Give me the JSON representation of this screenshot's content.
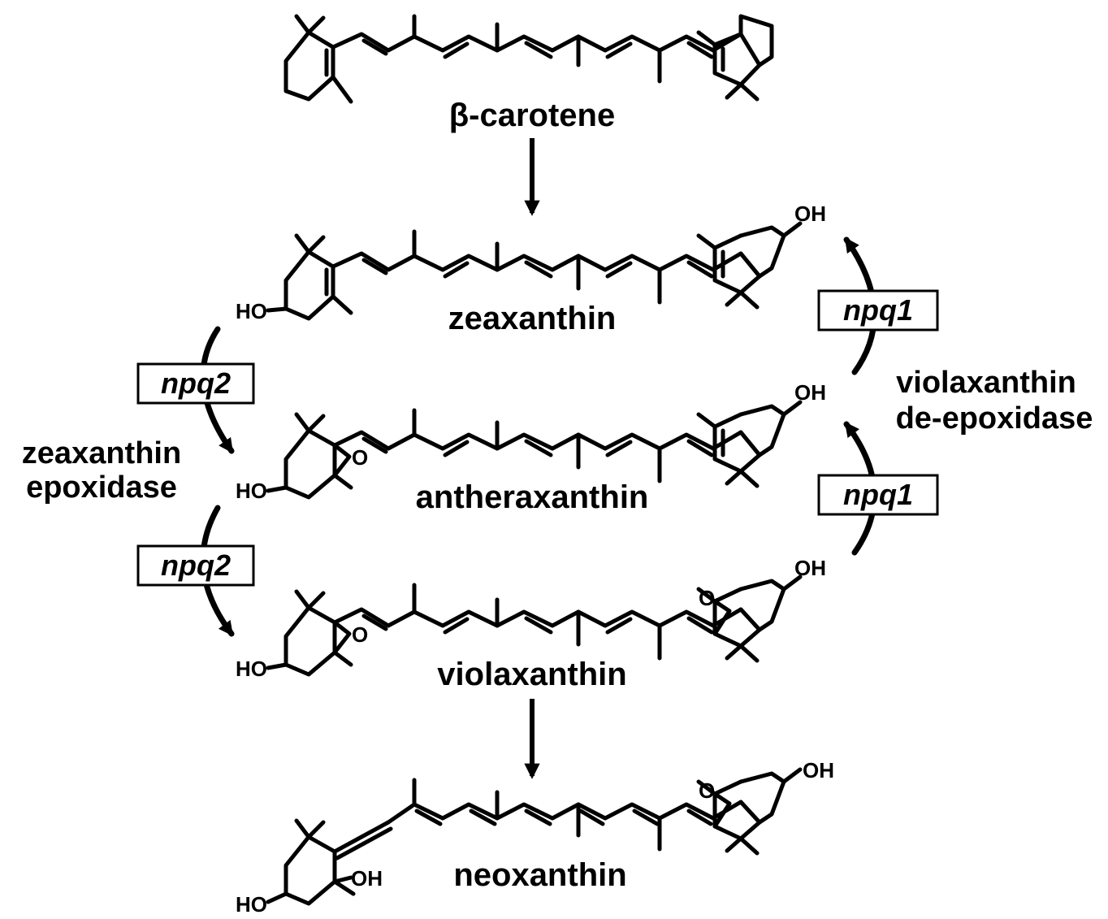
{
  "compounds": {
    "beta_carotene": "β-carotene",
    "zeaxanthin": "zeaxanthin",
    "antheraxanthin": "antheraxanthin",
    "violaxanthin": "violaxanthin",
    "neoxanthin": "neoxanthin"
  },
  "enzymes": {
    "left_line1": "zeaxanthin",
    "left_line2": "epoxidase",
    "right_line1": "violaxanthin",
    "right_line2": "de-epoxidase"
  },
  "genes": {
    "npq2": "npq2",
    "npq1": "npq1"
  },
  "atoms": {
    "oh": "OH",
    "ho": "HO",
    "o": "O"
  }
}
